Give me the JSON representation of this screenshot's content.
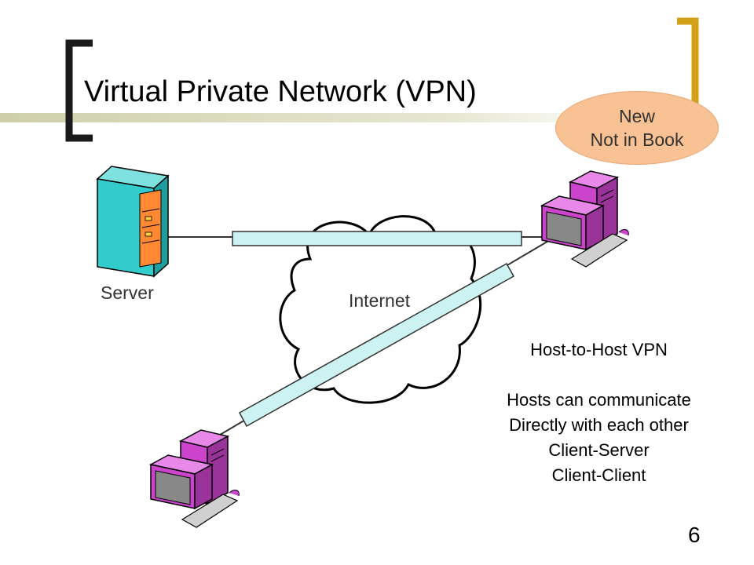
{
  "slide": {
    "title": "Virtual Private Network (VPN)",
    "badge": {
      "line1": "New",
      "line2": "Not in Book"
    },
    "server_label": "Server",
    "internet_label": "Internet",
    "description": {
      "heading": "Host-to-Host VPN",
      "lines": [
        "Hosts can communicate",
        "Directly with each other",
        "Client-Server",
        "Client-Client"
      ]
    },
    "page_number": "6"
  },
  "colors": {
    "accent_gold": "#d4a017",
    "bracket_dark": "#1a1a1a",
    "title_bar_olive": "#c8c9a0",
    "tunnel_fill": "#ccf2f2",
    "server_body": "#33cccc",
    "server_panel": "#ff8833",
    "computer_body": "#cc44cc",
    "badge_fill": "#f9c294"
  }
}
